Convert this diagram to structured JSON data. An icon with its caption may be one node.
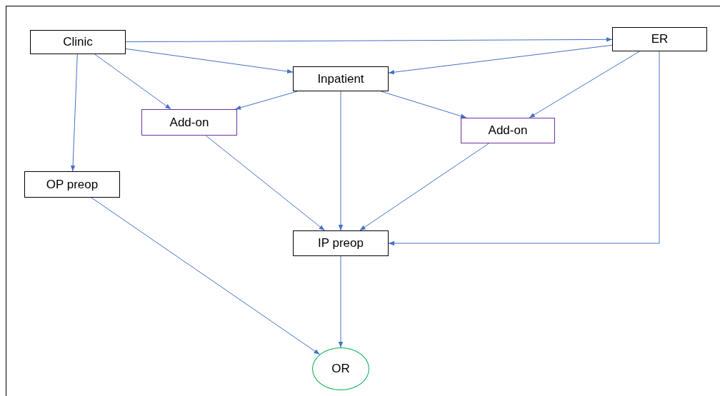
{
  "diagram": {
    "nodes": [
      {
        "text": [
          "Clinic"
        ]
      },
      {
        "text": [
          "ER"
        ]
      },
      {
        "text": [
          "Inpatient"
        ]
      },
      {
        "text": [
          "Add-on"
        ]
      },
      {
        "text": [
          "Add-on"
        ]
      },
      {
        "text": [
          "OP preop"
        ]
      },
      {
        "text": [
          "IP preop"
        ]
      },
      {
        "text": [
          "OR"
        ]
      }
    ],
    "edges": [
      {
        "from": 0,
        "to": 1,
        "arrow": "to"
      },
      {
        "from": 0,
        "to": 2,
        "arrow": "to"
      },
      {
        "from": 0,
        "to": 3,
        "arrow": "to"
      },
      {
        "from": 0,
        "to": 5,
        "arrow": "to"
      },
      {
        "from": 1,
        "to": 2,
        "arrow": "to"
      },
      {
        "from": 1,
        "to": 4,
        "arrow": "to"
      },
      {
        "from": 1,
        "to": 6,
        "arrow": "to"
      },
      {
        "from": 2,
        "to": 3,
        "arrow": "to"
      },
      {
        "from": 2,
        "to": 6,
        "arrow": "to"
      },
      {
        "from": 2,
        "to": 4,
        "arrow": "to"
      },
      {
        "from": 3,
        "to": 6,
        "arrow": "to"
      },
      {
        "from": 4,
        "to": 6,
        "arrow": "to"
      },
      {
        "from": 5,
        "to": 7,
        "arrow": "to"
      },
      {
        "from": 6,
        "to": 7,
        "arrow": "to"
      }
    ]
  }
}
